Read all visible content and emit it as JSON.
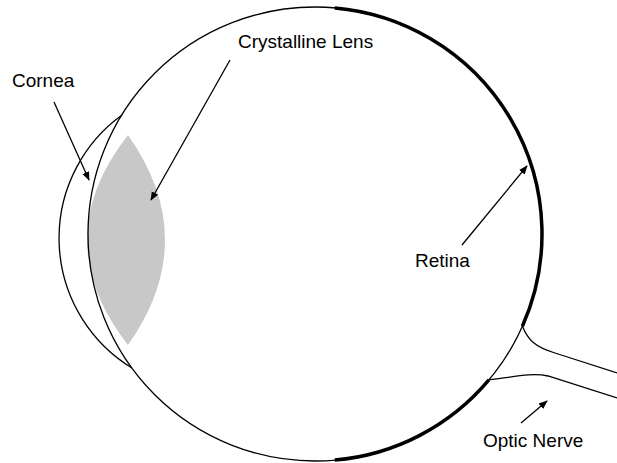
{
  "diagram": {
    "labels": [
      "Cornea",
      "Crystalline Lens",
      "Retina",
      "Optic Nerve"
    ]
  }
}
